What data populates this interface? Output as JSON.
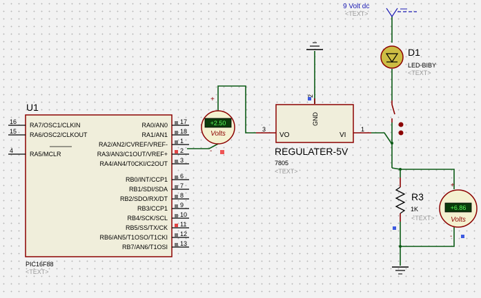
{
  "power": {
    "label": "9 Volt dc",
    "text": "<TEXT>"
  },
  "led": {
    "ref": "D1",
    "value": "LED-BIBY",
    "text": "<TEXT>"
  },
  "pic": {
    "ref": "U1",
    "part": "PIC16F88",
    "text": "<TEXT>",
    "left_pins": [
      {
        "num": "16",
        "name": "RA7/OSC1/CLKIN"
      },
      {
        "num": "15",
        "name": "RA6/OSC2/CLKOUT"
      },
      {
        "num": "4",
        "name": "RA5/MCLR"
      }
    ],
    "right_pins": [
      {
        "num": "17",
        "name": "RA0/AN0"
      },
      {
        "num": "18",
        "name": "RA1/AN1"
      },
      {
        "num": "1",
        "name": "RA2/AN2/CVREF/VREF-"
      },
      {
        "num": "2",
        "name": "RA3/AN3/C1OUT/VREF+"
      },
      {
        "num": "3",
        "name": "RA4/AN4/T0CKI/C2OUT"
      },
      {
        "num": "6",
        "name": "RB0/INT/CCP1"
      },
      {
        "num": "7",
        "name": "RB1/SDI/SDA"
      },
      {
        "num": "8",
        "name": "RB2/SDO/RX/DT"
      },
      {
        "num": "9",
        "name": "RB3/CCP1"
      },
      {
        "num": "10",
        "name": "RB4/SCK/SCL"
      },
      {
        "num": "11",
        "name": "RB5/SS/TX/CK"
      },
      {
        "num": "12",
        "name": "RB6/AN5/T1OSO/T1CKI"
      },
      {
        "num": "13",
        "name": "RB7/AN6/T1OSI"
      }
    ]
  },
  "voltmeter1": {
    "reading": "+2.50",
    "unit": "Volts",
    "plus": "+",
    "minus": "-"
  },
  "regulator": {
    "name": "REGULATER-5V",
    "part": "7805",
    "text": "<TEXT>",
    "pin_vo": "VO",
    "pin_vi": "VI",
    "pin_gnd": "GND",
    "num_vo": "3",
    "num_vi": "1",
    "num_gnd": "2"
  },
  "resistor": {
    "ref": "R3",
    "value": "1K",
    "text": "<TEXT>"
  },
  "voltmeter2": {
    "reading": "+6.86",
    "unit": "Volts",
    "plus": "+",
    "minus": "-"
  }
}
